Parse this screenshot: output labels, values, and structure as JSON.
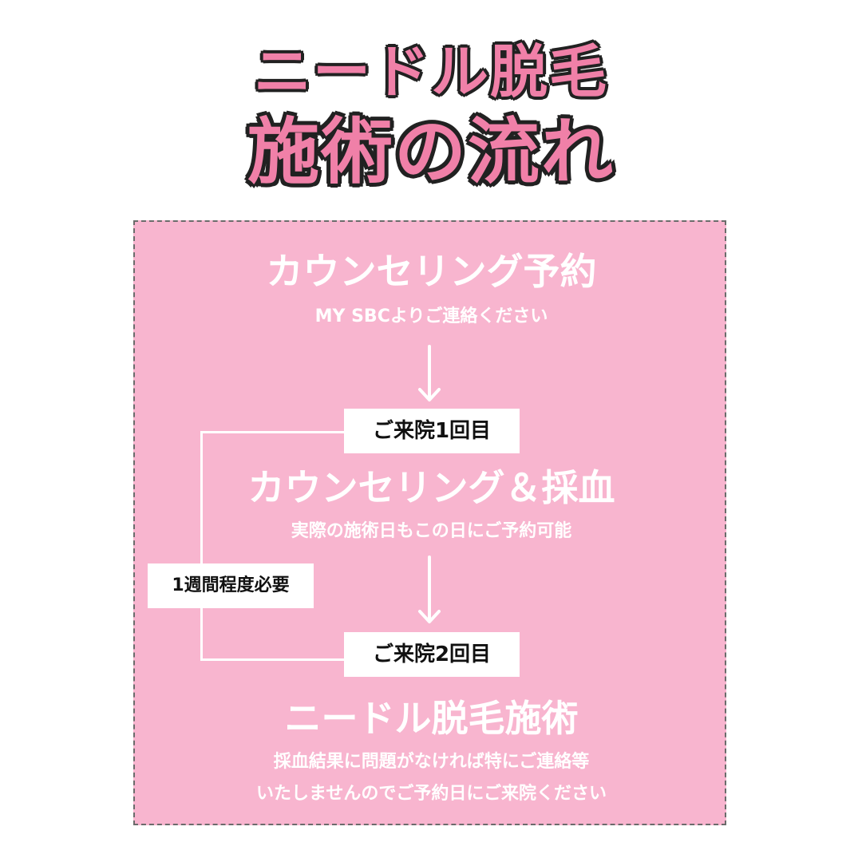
{
  "title": {
    "line1": "ニードル脱毛",
    "line2": "施術の流れ"
  },
  "flow": {
    "step1": {
      "title": "カウンセリング予約",
      "subtitle": "MY SBCよりご連絡ください"
    },
    "visit1_label": "ご来院1回目",
    "step2": {
      "title": "カウンセリング＆採血",
      "subtitle": "実際の施術日もこの日にご予約可能"
    },
    "interval_label": "1週間程度必要",
    "visit2_label": "ご来院2回目",
    "step3": {
      "title": "ニードル脱毛施術",
      "note_line1": "採血結果に問題がなければ特にご連絡等",
      "note_line2": "いたしませんのでご予約日にご来院ください"
    }
  },
  "colors": {
    "title_pink": "#f080a8",
    "panel_pink": "#f8b5cf",
    "outline": "#222222",
    "panel_border": "#6b6b6b"
  },
  "icons": [
    "arrow-down-icon"
  ]
}
